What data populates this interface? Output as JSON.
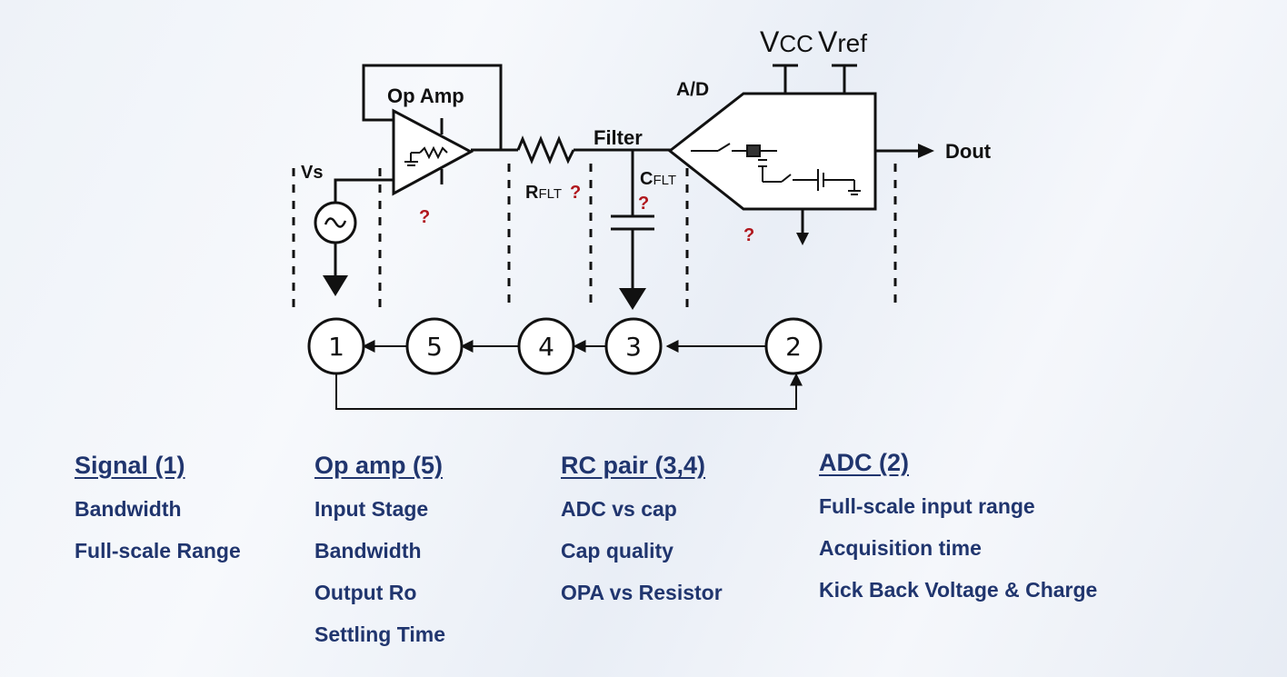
{
  "diagram": {
    "op_amp_label": "Op Amp",
    "vs_label": "Vs",
    "filter_label": "Filter",
    "rflt_main": "R",
    "rflt_sub": "FLT",
    "cflt_main": "C",
    "cflt_sub": "FLT",
    "question_mark": "?",
    "ad_label": "A/D",
    "vcc_main": "V",
    "vcc_sub": "CC",
    "vref_main": "V",
    "vref_sub": "ref",
    "dout_label": "Dout",
    "nodes": [
      "1",
      "5",
      "4",
      "3",
      "2"
    ]
  },
  "columns": [
    {
      "title": "Signal (1)",
      "items": [
        "Bandwidth",
        "Full-scale Range"
      ]
    },
    {
      "title": "Op amp (5)",
      "items": [
        "Input Stage",
        "Bandwidth",
        "Output Ro",
        "Settling Time"
      ]
    },
    {
      "title": "RC pair (3,4)",
      "items": [
        "ADC vs cap",
        "Cap quality",
        "OPA vs Resistor"
      ]
    },
    {
      "title": "ADC (2)",
      "items": [
        "Full-scale input range",
        "Acquisition time",
        "Kick Back Voltage & Charge"
      ]
    }
  ]
}
